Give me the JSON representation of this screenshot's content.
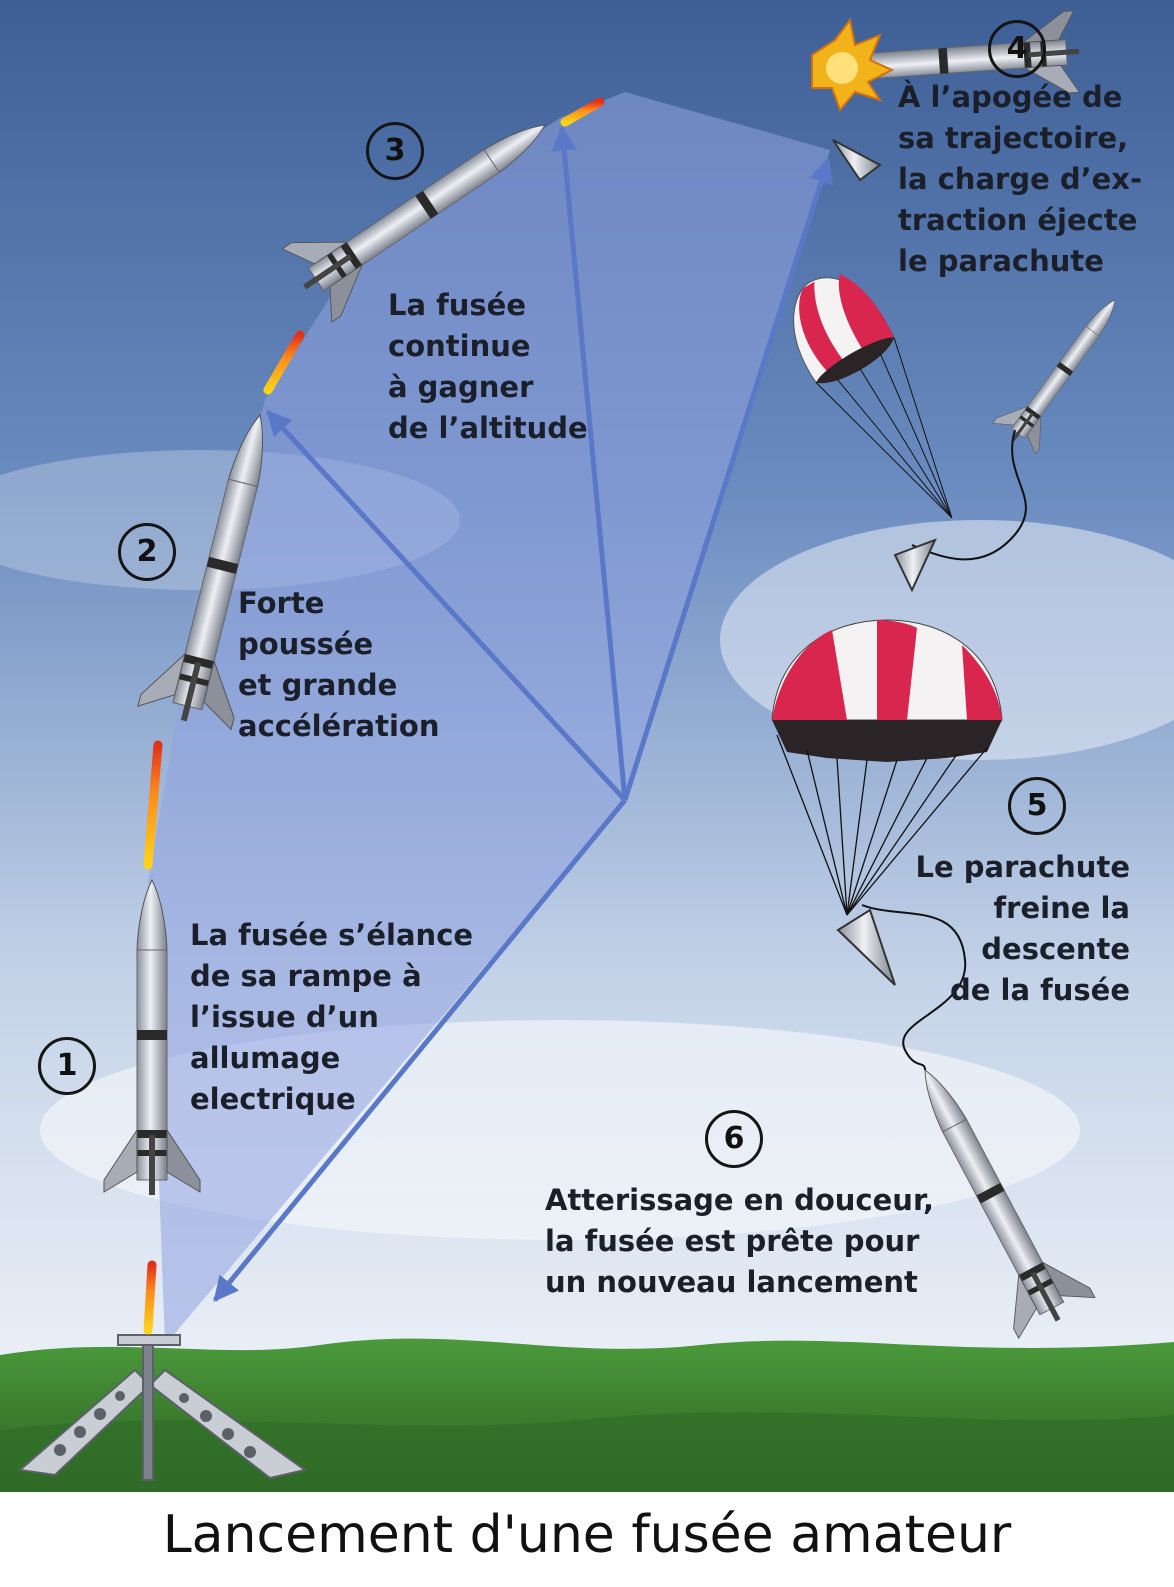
{
  "title": "Lancement d'une fusée amateur",
  "colors": {
    "sky_top": "#4a6fa8",
    "sky_bottom": "#e8eef6",
    "trajectory_fill": "#8fa3e0",
    "arrow": "#5a78c8",
    "ground": "#3f8a34",
    "parachute_red": "#d8264f",
    "parachute_white": "#f4f2f2",
    "parachute_dark": "#2b2426",
    "rocket_body": "#c8ccd6"
  },
  "steps": [
    {
      "number": "1",
      "text": "La fusée s’élance\nde sa rampe à\nl’issue d’un\nallumage\nelectrique"
    },
    {
      "number": "2",
      "text": "Forte\npoussée\net grande\naccélération"
    },
    {
      "number": "3",
      "text": "La fusée\ncontinue\nà gagner\nde l’altitude"
    },
    {
      "number": "4",
      "text": "À l’apogée de\nsa trajectoire,\nla charge d’ex-\ntraction éjecte\nle parachute"
    },
    {
      "number": "5",
      "text": "Le parachute\nfreine la\ndescente\nde la fusée"
    },
    {
      "number": "6",
      "text": "Atterissage en douceur,\nla fusée est prête pour\nun nouveau lancement"
    }
  ]
}
